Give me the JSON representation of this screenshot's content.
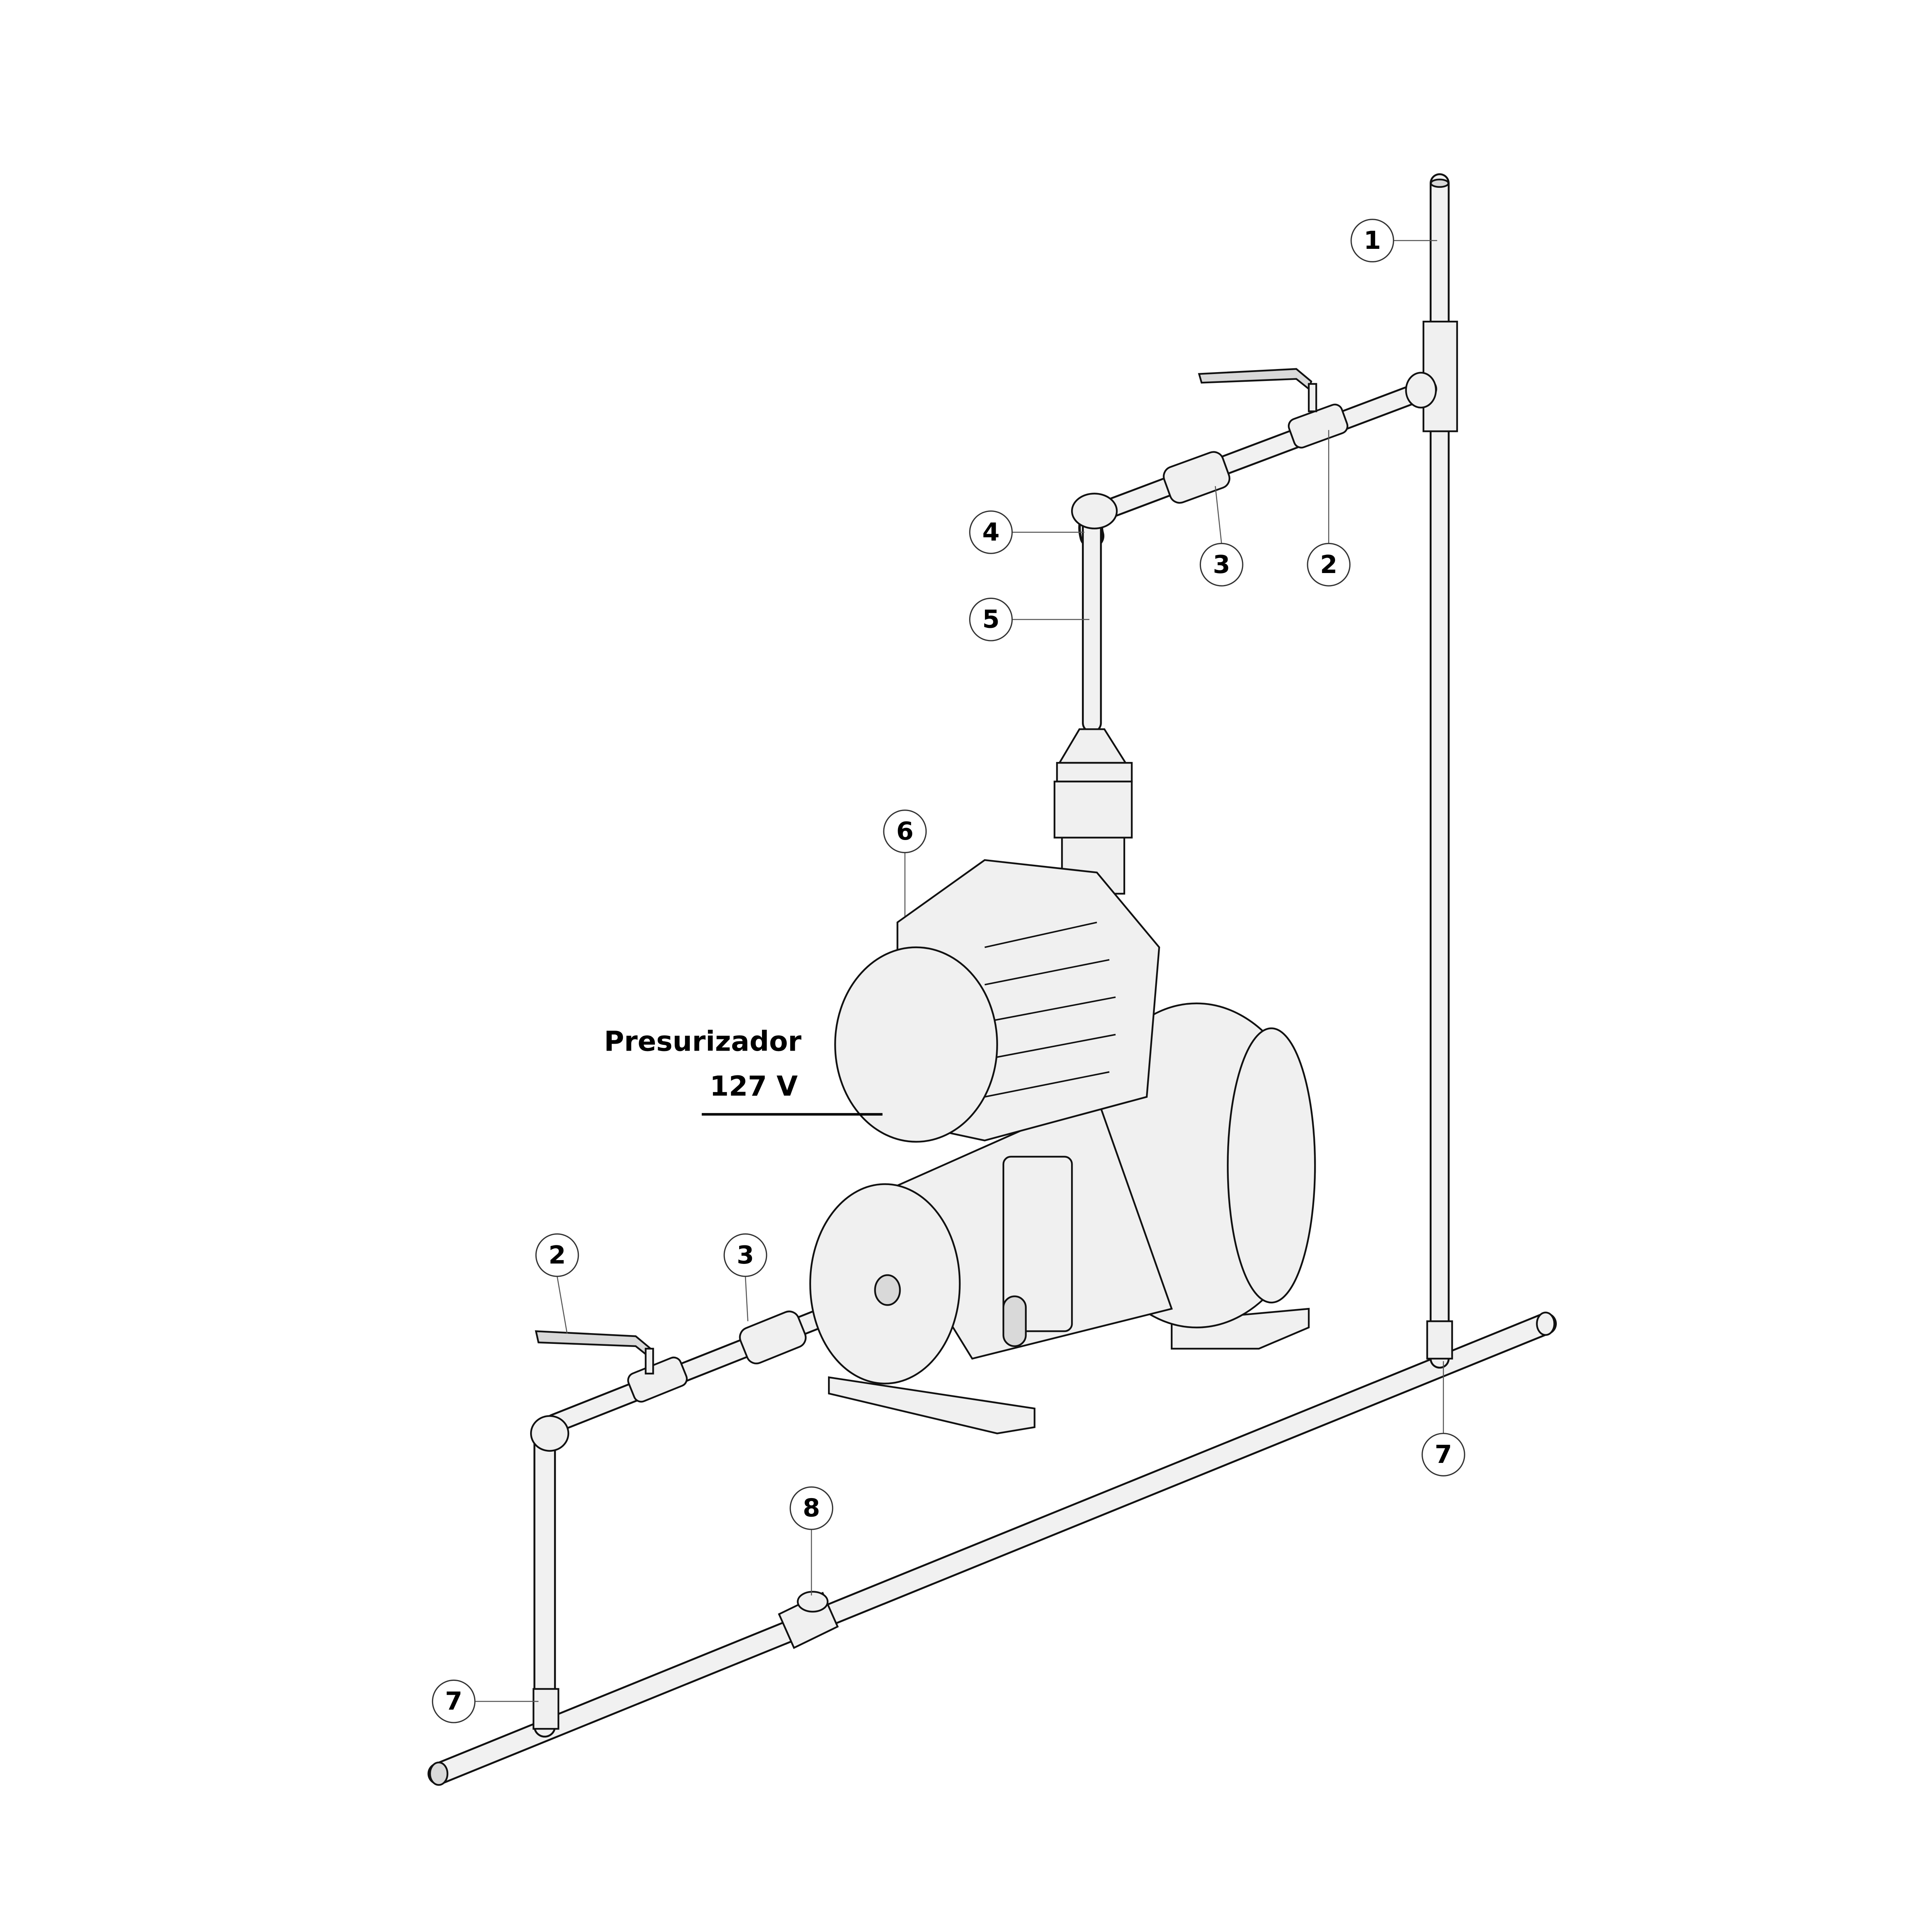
{
  "title": {
    "line1": "Presurizador",
    "line2": "127 V"
  },
  "callouts": [
    {
      "id": "c1",
      "number": "1"
    },
    {
      "id": "c2a",
      "number": "2"
    },
    {
      "id": "c3a",
      "number": "3"
    },
    {
      "id": "c4",
      "number": "4"
    },
    {
      "id": "c5",
      "number": "5"
    },
    {
      "id": "c6",
      "number": "6"
    },
    {
      "id": "c2b",
      "number": "2"
    },
    {
      "id": "c3b",
      "number": "3"
    },
    {
      "id": "c7a",
      "number": "7"
    },
    {
      "id": "c8",
      "number": "8"
    },
    {
      "id": "c7b",
      "number": "7"
    }
  ],
  "colors": {
    "pipe": "#f1f1f1",
    "outline": "#111111",
    "shade": "#d9d9d9"
  }
}
